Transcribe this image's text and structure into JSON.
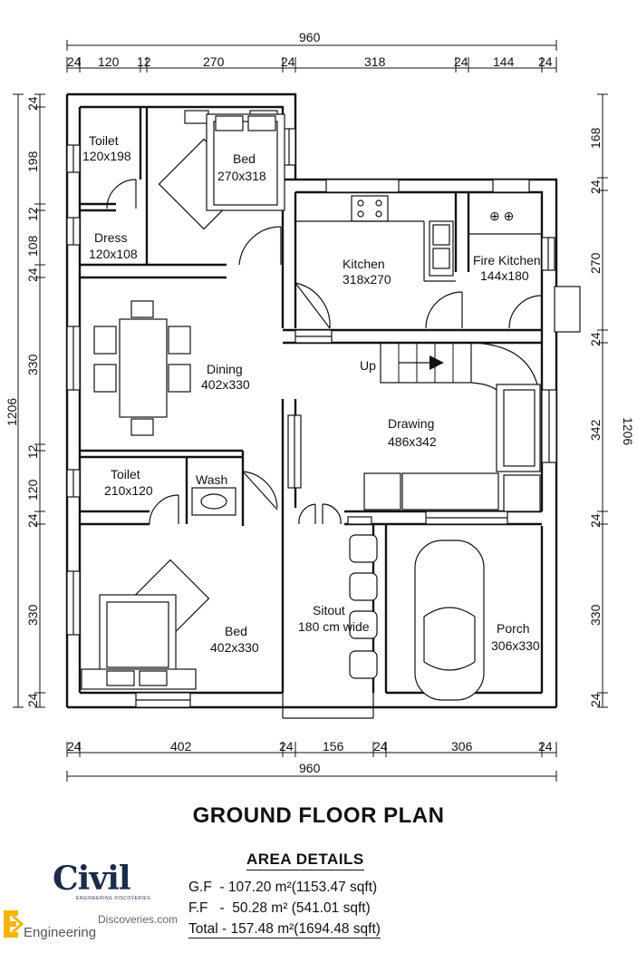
{
  "dimensions": {
    "top_total": "960",
    "top_segments": [
      "24",
      "120",
      "12",
      "270",
      "24",
      "318",
      "24",
      "144",
      "24"
    ],
    "bottom_segments": [
      "24",
      "402",
      "24",
      "156",
      "24",
      "306",
      "24"
    ],
    "bottom_total": "960",
    "left_total": "1206",
    "left_segments": [
      "24",
      "198",
      "12",
      "108",
      "24",
      "330",
      "12",
      "120",
      "24",
      "330",
      "24"
    ],
    "right_total": "1206",
    "right_segments": [
      "168",
      "24",
      "270",
      "24",
      "342",
      "24",
      "330",
      "24"
    ]
  },
  "rooms": {
    "toilet_top": {
      "name": "Toilet",
      "size": "120x198"
    },
    "bed_top": {
      "name": "Bed",
      "size": "270x318"
    },
    "dress": {
      "name": "Dress",
      "size": "120x108"
    },
    "kitchen": {
      "name": "Kitchen",
      "size": "318x270"
    },
    "fire_kitchen": {
      "name": "Fire Kitchen",
      "size": "144x180"
    },
    "dining": {
      "name": "Dining",
      "size": "402x330"
    },
    "stairs_up": "Up",
    "drawing": {
      "name": "Drawing",
      "size": "486x342"
    },
    "toilet_bottom": {
      "name": "Toilet",
      "size": "210x120"
    },
    "wash": "Wash",
    "sitout": {
      "name": "Sitout",
      "size": "180 cm wide"
    },
    "bed_bottom": {
      "name": "Bed",
      "size": "402x330"
    },
    "porch": {
      "name": "Porch",
      "size": "306x330"
    }
  },
  "plan_title": "GROUND FLOOR PLAN",
  "area_details": {
    "title": "AREA DETAILS",
    "gf": "G.F  - 107.20 m²(1153.47 sqft)",
    "ff": "F.F   -  50.28 m² (541.01 sqft)",
    "total": "Total - 157.48 m²(1694.48 sqft)"
  },
  "logo": {
    "brand": "Civil",
    "sub": "ENGINEERING DISCOVERIES",
    "site": "Discoveries.com",
    "engineering": "Engineering"
  }
}
